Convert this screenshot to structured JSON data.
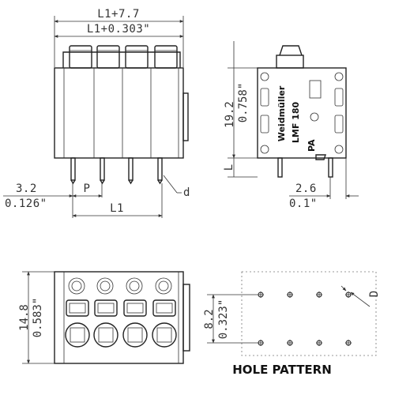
{
  "front_view": {
    "width_mm": "L1+7.7",
    "width_in": "L1+0.303\"",
    "pitch_symbol": "P",
    "offset_mm": "3.2",
    "offset_in": "0.126\"",
    "length_symbol": "L1",
    "pin_diameter_symbol": "d"
  },
  "side_view": {
    "height_mm": "19.2",
    "height_in": "0.758\"",
    "pin_symbol": "L",
    "offset_mm": "2.6",
    "offset_in": "0.1\"",
    "brand": "Weidmüller",
    "model": "LMF 180",
    "marking": "PA"
  },
  "top_view": {
    "height_mm": "14.8",
    "height_in": "0.583\""
  },
  "hole_pattern": {
    "title": "HOLE PATTERN",
    "spacing_mm": "8.2",
    "spacing_in": "0.323\"",
    "hole_symbol": "D",
    "columns": 4,
    "rows": 2
  }
}
